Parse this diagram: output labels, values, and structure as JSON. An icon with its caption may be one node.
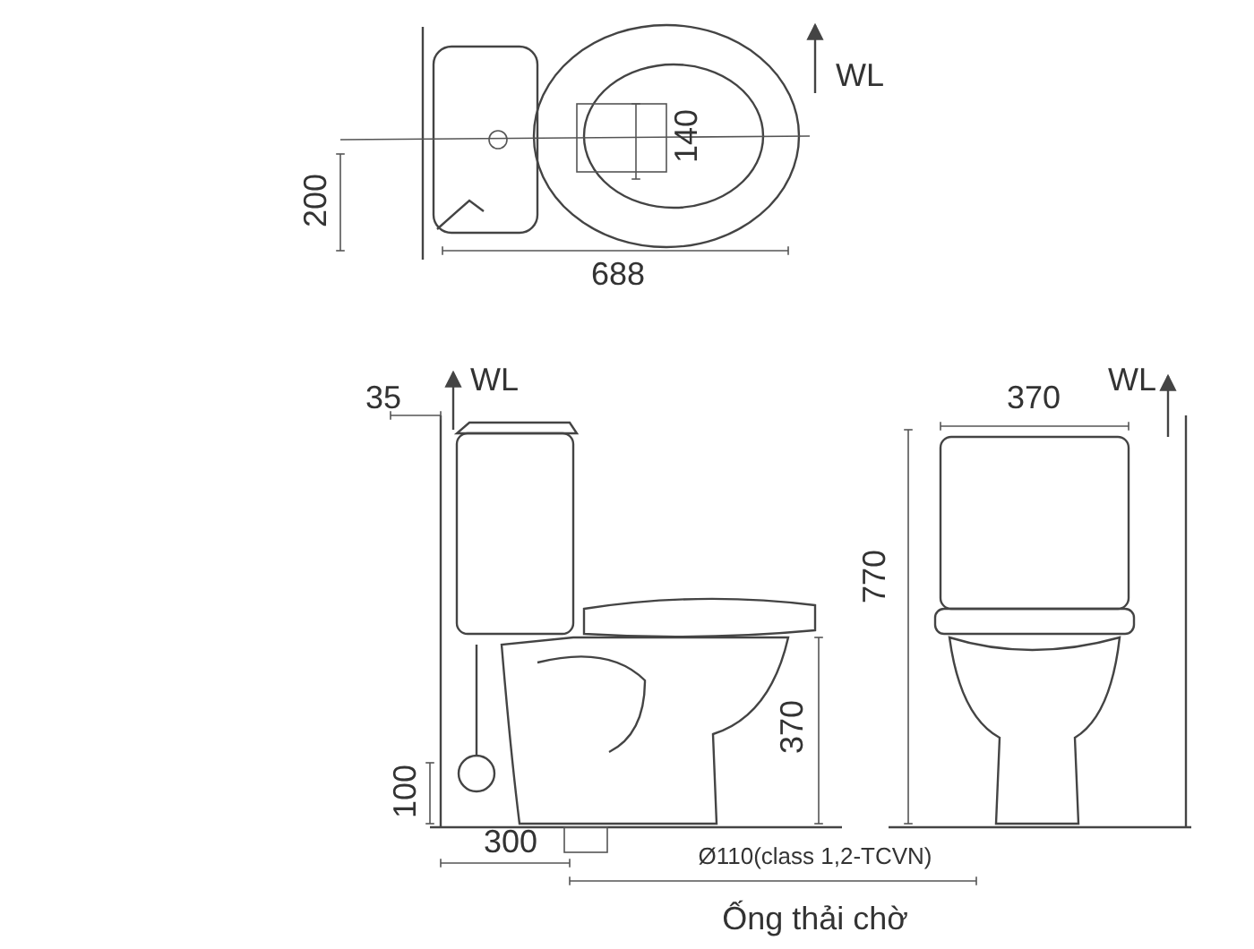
{
  "diagram": {
    "labels": [
      "WL",
      "200",
      "140",
      "688",
      "35",
      "WL",
      "370",
      "WL",
      "770",
      "370",
      "100",
      "300",
      "Ø110(class 1,2-TCVN)",
      "Ống thải chờ"
    ]
  }
}
